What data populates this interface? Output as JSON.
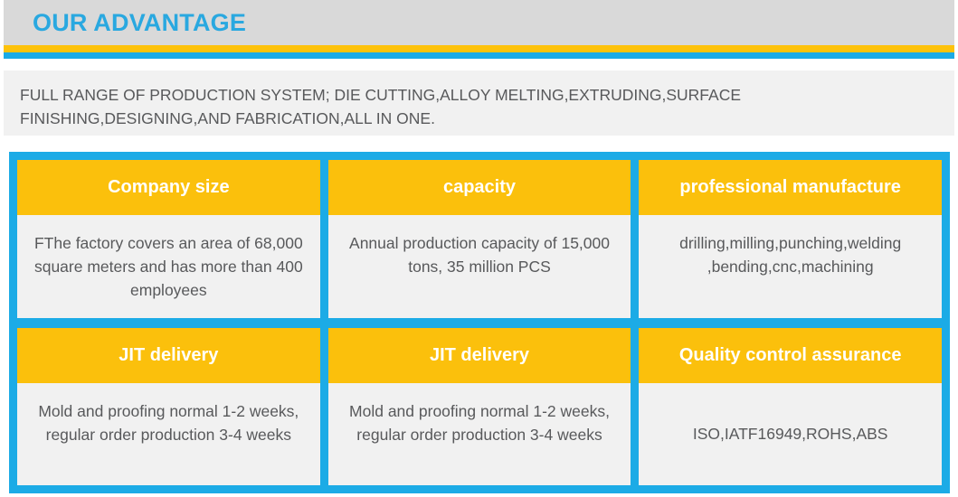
{
  "header": {
    "title": "OUR ADVANTAGE",
    "accent_blue": "#29a8e0",
    "rule_yellow": "#fdc20b",
    "rule_blue": "#1cabe6",
    "band_gray": "#d9d9d9"
  },
  "intro": {
    "text": "FULL RANGE OF PRODUCTION SYSTEM; DIE CUTTING,ALLOY MELTING,EXTRUDING,SURFACE FINISHING,DESIGNING,AND FABRICATION,ALL IN ONE.",
    "background": "#f1f1f1",
    "text_color": "#58595b"
  },
  "cards": {
    "frame_color": "#1cabe6",
    "head_color": "#fbc00c",
    "head_text_color": "#ffffff",
    "body_color": "#f1f1f1",
    "body_text_color": "#58595b",
    "rows": [
      [
        {
          "title": "Company size",
          "body": "FThe factory covers an area of 68,000 square meters and has more than 400 employees"
        },
        {
          "title": "capacity",
          "body": "Annual production capacity of 15,000 tons, 35 million PCS"
        },
        {
          "title": "professional manufacture",
          "body": "drilling,milling,punching,welding ,bending,cnc,machining"
        }
      ],
      [
        {
          "title": "JIT delivery",
          "body": "Mold and proofing normal 1-2 weeks, regular order production 3-4 weeks"
        },
        {
          "title": "JIT delivery",
          "body": "Mold and proofing normal 1-2 weeks, regular order production 3-4 weeks"
        },
        {
          "title": "Quality control assurance",
          "body": "ISO,IATF16949,ROHS,ABS"
        }
      ]
    ]
  }
}
